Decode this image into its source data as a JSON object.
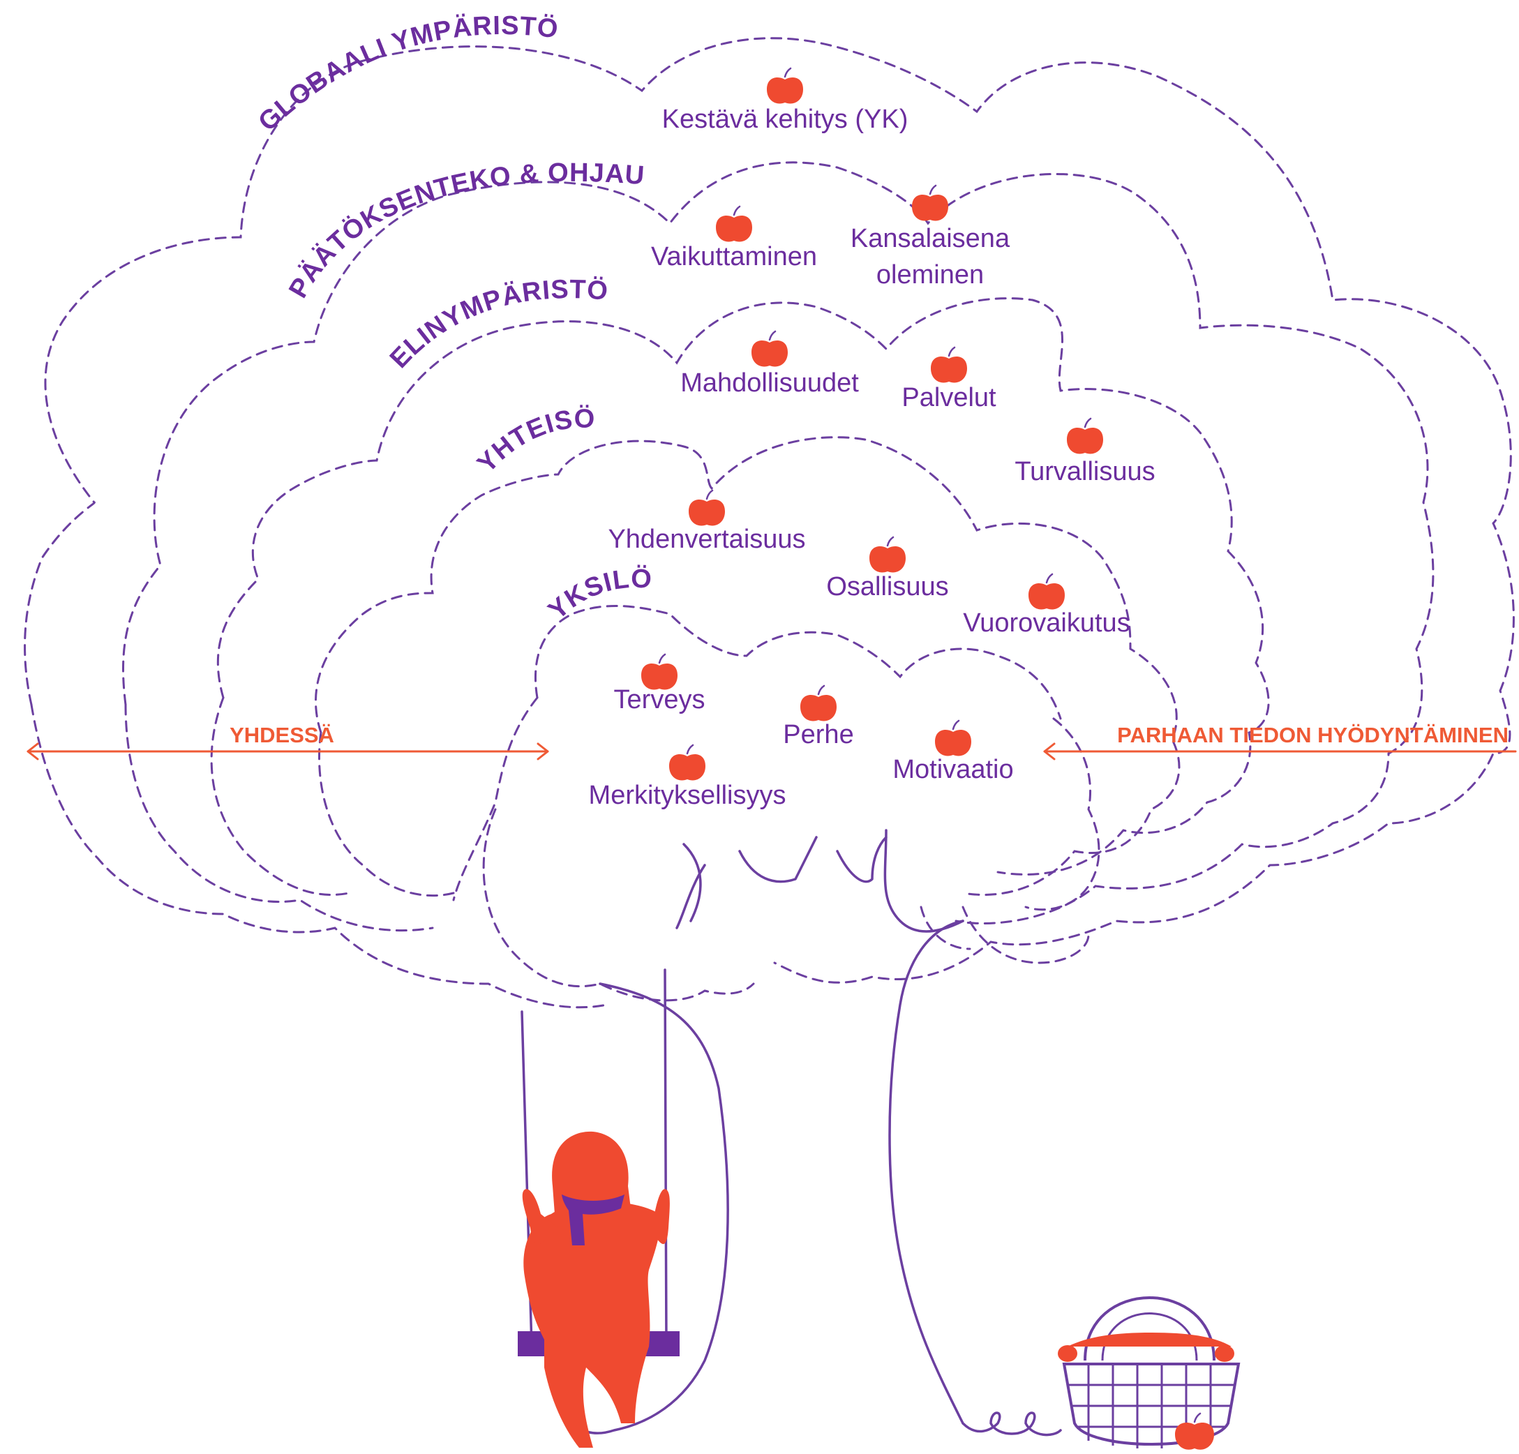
{
  "colors": {
    "purple": "#6b3fa0",
    "text_purple": "#6b2d9e",
    "orange": "#ef5a35",
    "apple_red": "#ef4a30"
  },
  "layers": {
    "global": "GLOBAALI YMPÄRISTÖ",
    "decision": "PÄÄTÖKSENTEKO & OHJAUS",
    "living": "ELINYMPÄRISTÖ",
    "community": "YHTEISÖ",
    "individual": "YKSILÖ"
  },
  "values": {
    "sustainable": "Kestävä kehitys (YK)",
    "influencing": "Vaikuttaminen",
    "citizen_line1": "Kansalaisena",
    "citizen_line2": "oleminen",
    "opportunities": "Mahdollisuudet",
    "services": "Palvelut",
    "safety": "Turvallisuus",
    "equality": "Yhdenvertaisuus",
    "inclusion": "Osallisuus",
    "interaction": "Vuorovaikutus",
    "health": "Terveys",
    "family": "Perhe",
    "motivation": "Motivaatio",
    "meaningfulness": "Merkityksellisyys"
  },
  "arrows": {
    "left": "YHDESSÄ",
    "right": "PARHAAN TIEDON HYÖDYNTÄMINEN"
  },
  "icons": [
    "apple-icon",
    "person-on-swing-icon",
    "apple-basket-icon"
  ]
}
